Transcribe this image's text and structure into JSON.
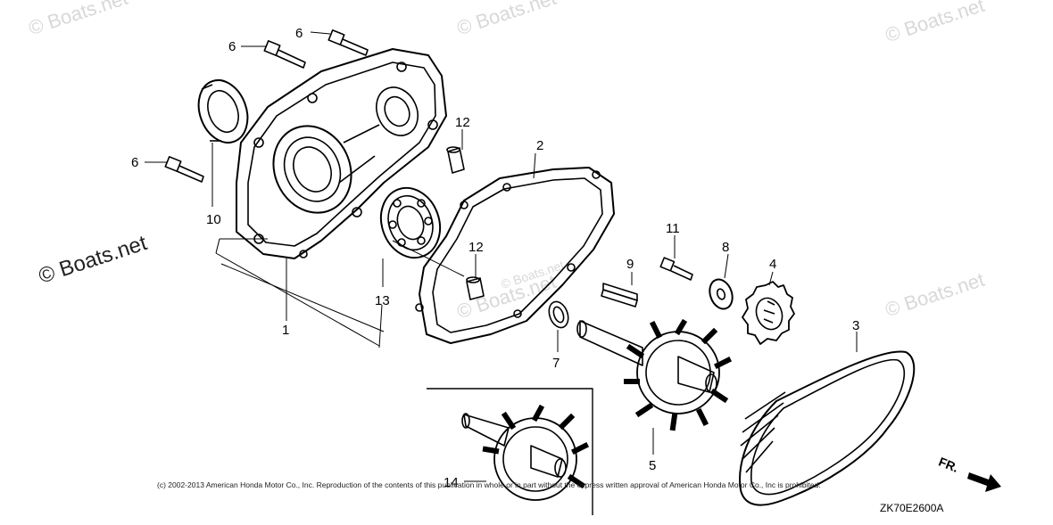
{
  "watermarks": [
    "© Boats.net",
    "© Boats.net",
    "© Boats.net",
    "© Boats.net",
    "© Boats.net",
    "© Boats.net"
  ],
  "logo": "© Boats.net",
  "copyright": "(c) 2002-2013 American Honda Motor Co., Inc. Reproduction of the contents of this publication in whole or in part without the express written approval of American Honda Motor Co., Inc is prohibited.",
  "diagram_code": "ZK70E2600A",
  "front_marker": "FR.",
  "callouts": [
    "6",
    "6",
    "6",
    "12",
    "2",
    "10",
    "12",
    "11",
    "8",
    "4",
    "9",
    "13",
    "1",
    "7",
    "3",
    "5",
    "14"
  ]
}
